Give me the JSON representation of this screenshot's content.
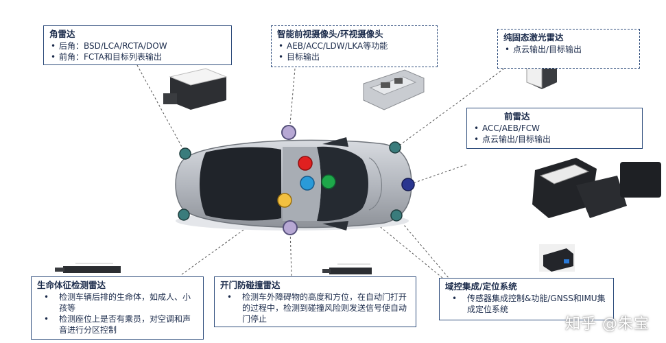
{
  "boxes": {
    "corner_radar": {
      "title": "角雷达",
      "items": [
        "后角：BSD/LCA/RCTA/DOW",
        "前角：FCTA和目标列表输出"
      ]
    },
    "front_camera": {
      "title": "智能前视摄像头/环视摄像头",
      "items": [
        "AEB/ACC/LDW/LKA等功能",
        "目标输出"
      ]
    },
    "solid_lidar": {
      "title": "纯固态激光雷达",
      "items": [
        "点云输出/目标输出"
      ]
    },
    "front_radar": {
      "title": "前雷达",
      "items": [
        "ACC/AEB/FCW",
        "点云输出/目标输出"
      ]
    },
    "vital_radar": {
      "title": "生命体征检测雷达",
      "items": [
        "检测车辆后排的生命体，如成人、小孩等",
        "检测座位上是否有乘员，对空调和声音进行分区控制"
      ]
    },
    "door_radar": {
      "title": "开门防碰撞雷达",
      "items": [
        "检测车外障碍物的高度和方位，在自动门打开的过程中，检测到碰撞风险则发送信号使自动门停止"
      ]
    },
    "domain_control": {
      "title": "域控集成/定位系统",
      "items": [
        "传感器集成控制&功能/GNSS和IMU集成定位系统"
      ]
    }
  },
  "watermark": "知乎 @朱宝",
  "colors": {
    "border": "#2b4a7a",
    "corner_sensor": "#3a7c7c",
    "roof_sensor": "#b7a8d4",
    "front_radar": "#2a3690",
    "red_sensor": "#e02020",
    "blue_sensor": "#2a9ad8",
    "green_sensor": "#1ea84a",
    "yellow_sensor": "#f2c040"
  }
}
